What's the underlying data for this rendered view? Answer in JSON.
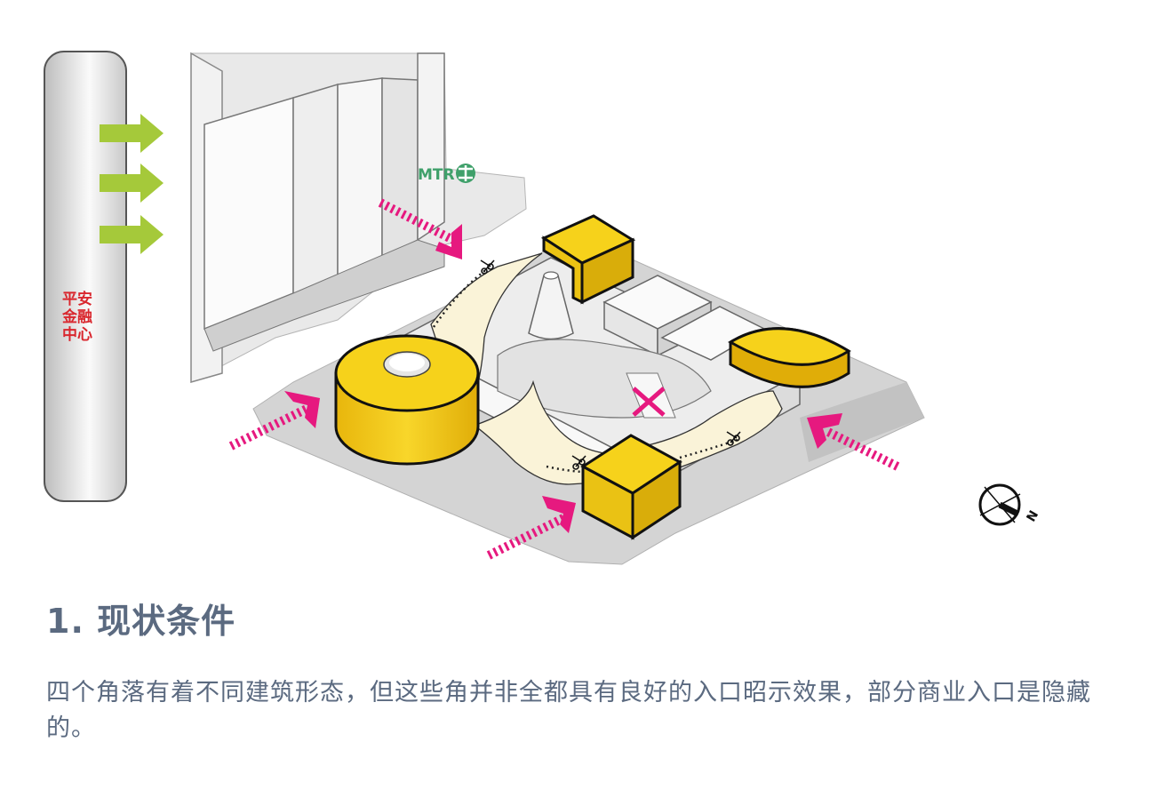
{
  "diagram": {
    "tower_label_lines": [
      "平安",
      "金融",
      "中心"
    ],
    "metro_logo_text": "MTR",
    "compass_letter": "N",
    "colors": {
      "yellow_volume": "#f6d21b",
      "entrance_marker": "#e6197f",
      "green_arrow": "#a5c93a",
      "ground": "#d4d4d4",
      "path_fill": "#faf3d8",
      "tower_label": "#d9272e",
      "mtr_green": "#3fa06a",
      "caption_text": "#5b6a80"
    }
  },
  "caption": {
    "title": "1. 现状条件",
    "body": "四个角落有着不同建筑形态，但这些角并非全都具有良好的入口昭示效果，部分商业入口是隐藏的。"
  }
}
